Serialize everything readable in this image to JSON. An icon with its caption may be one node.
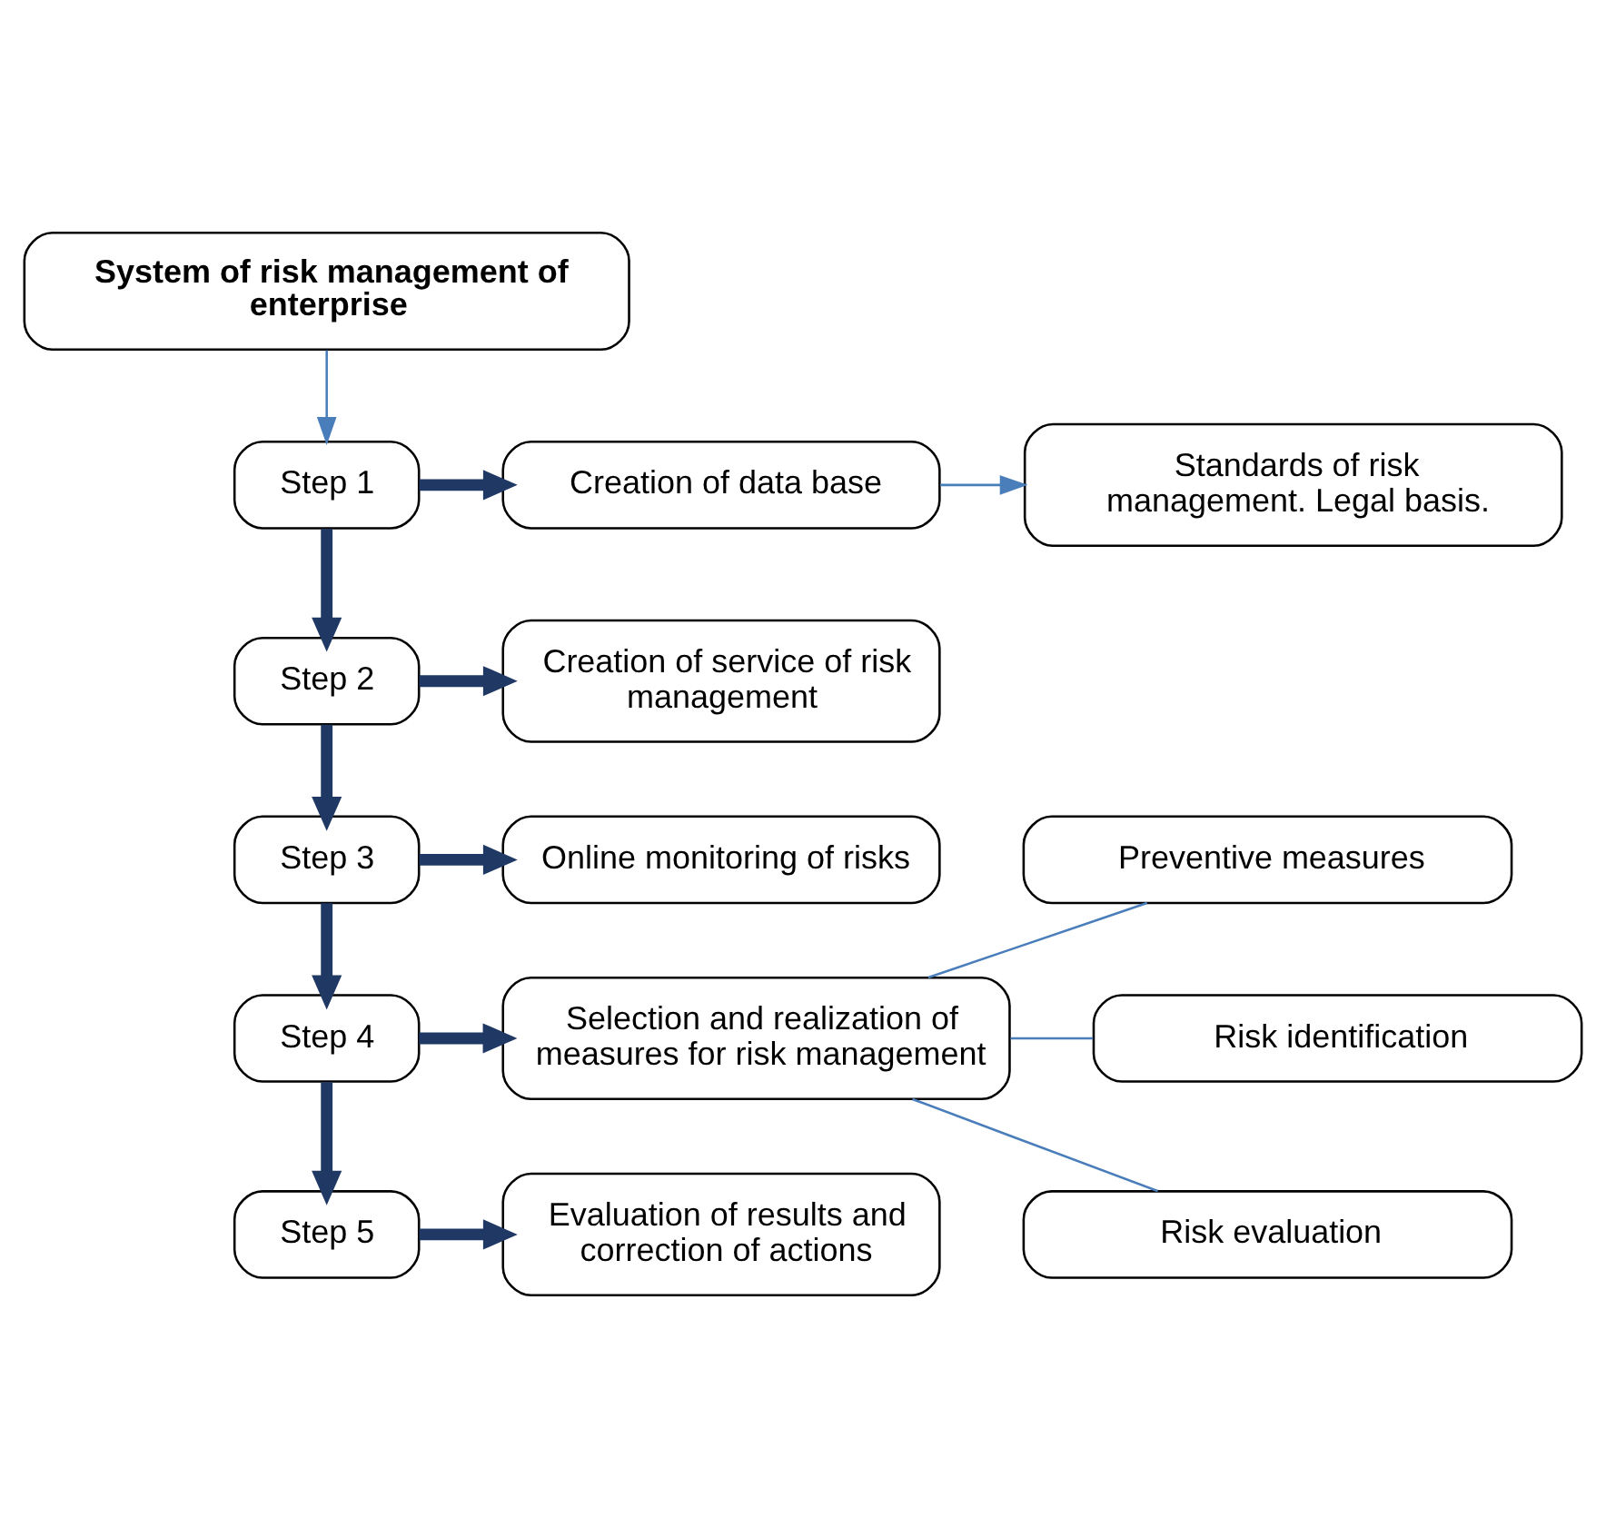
{
  "diagram": {
    "nodes": [
      {
        "text": [
          "System of risk management of enterprise"
        ]
      },
      {
        "text": [
          "Step 1"
        ]
      },
      {
        "text": [
          "Creation of data base"
        ]
      },
      {
        "text": [
          "Standards of risk management. Legal basis."
        ]
      },
      {
        "text": [
          "Step 2"
        ]
      },
      {
        "text": [
          "Creation of service of risk management"
        ]
      },
      {
        "text": [
          "Step 3"
        ]
      },
      {
        "text": [
          "Online monitoring of risks"
        ]
      },
      {
        "text": [
          "Step 4"
        ]
      },
      {
        "text": [
          "Selection and realization of measures for risk management"
        ]
      },
      {
        "text": [
          "Preventive measures"
        ]
      },
      {
        "text": [
          "Risk identification"
        ]
      },
      {
        "text": [
          "Risk evaluation"
        ]
      },
      {
        "text": [
          "Step 5"
        ]
      },
      {
        "text": [
          "Evaluation of results and correction of actions"
        ]
      }
    ],
    "edges": [
      {
        "from": 0,
        "to": 1,
        "arrow": "to",
        "color": "#4a7ebb"
      },
      {
        "from": 1,
        "to": 2,
        "arrow": "to"
      },
      {
        "from": 2,
        "to": 3,
        "arrow": "to",
        "color": "#4a7ebb"
      },
      {
        "from": 1,
        "to": 4,
        "arrow": "to"
      },
      {
        "from": 4,
        "to": 5,
        "arrow": "to"
      },
      {
        "from": 4,
        "to": 6,
        "arrow": "to"
      },
      {
        "from": 6,
        "to": 7,
        "arrow": "to"
      },
      {
        "from": 6,
        "to": 8,
        "arrow": "to"
      },
      {
        "from": 8,
        "to": 9,
        "arrow": "to"
      },
      {
        "from": 9,
        "to": 10,
        "arrow": "none",
        "color": "#4a7ebb"
      },
      {
        "from": 9,
        "to": 11,
        "arrow": "none",
        "color": "#4a7ebb"
      },
      {
        "from": 9,
        "to": 12,
        "arrow": "none",
        "color": "#4a7ebb"
      },
      {
        "from": 8,
        "to": 13,
        "arrow": "to"
      },
      {
        "from": 13,
        "to": 14,
        "arrow": "to"
      }
    ]
  }
}
